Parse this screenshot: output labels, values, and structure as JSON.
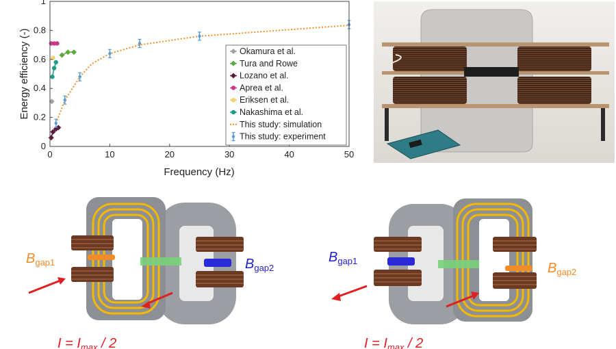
{
  "chart_data": {
    "type": "scatter",
    "xlabel": "Frequency (Hz)",
    "ylabel": "Energy efficiency (-)",
    "xlim": [
      0,
      50
    ],
    "ylim": [
      0,
      1
    ],
    "xticks": [
      "0",
      "10",
      "20",
      "30",
      "40",
      "50"
    ],
    "yticks": [
      "0",
      "0.2",
      "0.4",
      "0.6",
      "0.8",
      "1"
    ],
    "legend_position": "bottom-right",
    "series": [
      {
        "name": "Okamura et al.",
        "color": "#a0a0a0",
        "marker": "diamond",
        "points": [
          [
            0.3,
            0.31
          ]
        ]
      },
      {
        "name": "Tura and Rowe",
        "color": "#5fa83c",
        "marker": "diamond",
        "line": true,
        "points": [
          [
            2.0,
            0.63
          ],
          [
            3.0,
            0.65
          ],
          [
            4.0,
            0.65
          ]
        ]
      },
      {
        "name": "Lozano et al.",
        "color": "#5a1a3c",
        "marker": "diamond",
        "line": true,
        "points": [
          [
            0.2,
            0.06
          ],
          [
            0.5,
            0.1
          ],
          [
            1.0,
            0.12
          ],
          [
            1.4,
            0.13
          ]
        ]
      },
      {
        "name": "Aprea et al.",
        "color": "#c8398a",
        "marker": "circle",
        "points": [
          [
            0.2,
            0.71
          ],
          [
            0.7,
            0.71
          ],
          [
            1.2,
            0.71
          ]
        ]
      },
      {
        "name": "Eriksen et al.",
        "color": "#f0d070",
        "marker": "circle",
        "points": [
          [
            0.5,
            0.61
          ]
        ]
      },
      {
        "name": "Nakashima et al.",
        "color": "#1e9a8a",
        "marker": "circle",
        "line": true,
        "points": [
          [
            0.4,
            0.48
          ],
          [
            0.7,
            0.54
          ],
          [
            1.0,
            0.58
          ]
        ]
      },
      {
        "name": "This study: simulation",
        "color": "#f28c28",
        "style": "dotted",
        "points": [
          [
            1,
            0.16
          ],
          [
            2.5,
            0.32
          ],
          [
            5,
            0.48
          ],
          [
            7,
            0.57
          ],
          [
            10,
            0.64
          ],
          [
            15,
            0.7
          ],
          [
            20,
            0.73
          ],
          [
            25,
            0.76
          ],
          [
            30,
            0.775
          ],
          [
            40,
            0.805
          ],
          [
            50,
            0.835
          ]
        ]
      },
      {
        "name": "This study: experiment",
        "color": "#5b9bd5",
        "marker": "errorbar",
        "points": [
          [
            1,
            0.16
          ],
          [
            2.5,
            0.32
          ],
          [
            5,
            0.48
          ],
          [
            10,
            0.64
          ],
          [
            15,
            0.71
          ],
          [
            25,
            0.76
          ],
          [
            50,
            0.84
          ]
        ],
        "error": 0.025
      }
    ]
  },
  "labels": {
    "left_bgap1": {
      "main": "B",
      "sub": "gap1",
      "color": "#f28c28"
    },
    "left_bgap2": {
      "main": "B",
      "sub": "gap2",
      "color": "#2222cc"
    },
    "left_current": {
      "main": "I = I",
      "sub": "max",
      "tail": " / 2"
    },
    "right_bgap1": {
      "main": "B",
      "sub": "gap1",
      "color": "#2222cc"
    },
    "right_bgap2": {
      "main": "B",
      "sub": "gap2",
      "color": "#f28c28"
    },
    "right_current": {
      "main": "I = I",
      "sub": "max",
      "tail": " / 2"
    }
  },
  "colors": {
    "core": "#8a8d92",
    "core_light": "#b4b7bb",
    "winding": "#f5b800",
    "coil": "#6b3a22",
    "arrow": "#e02020",
    "bridge": "#7ad07a"
  }
}
